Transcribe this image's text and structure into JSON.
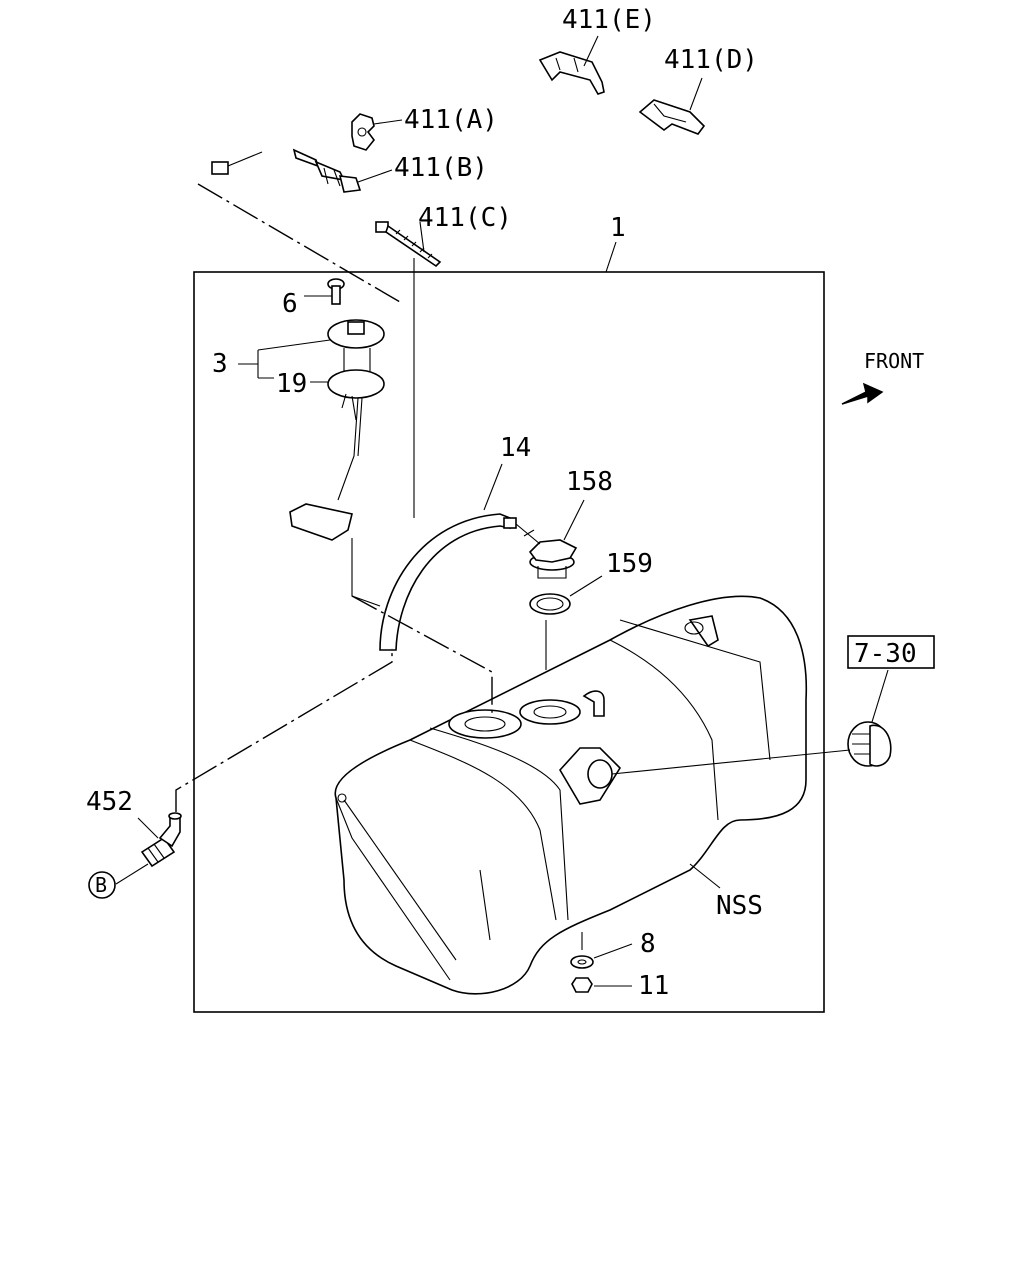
{
  "labels": {
    "p411e": "411(E)",
    "p411d": "411(D)",
    "p411a": "411(A)",
    "p411b": "411(B)",
    "p411c": "411(C)",
    "p1": "1",
    "p6": "6",
    "p3": "3",
    "p19": "19",
    "front": "FRONT",
    "p14": "14",
    "p158": "158",
    "p159": "159",
    "p7_30": "7-30",
    "p452": "452",
    "b_circle": "B",
    "nss": "NSS",
    "p8": "8",
    "p11": "11"
  },
  "icons": {
    "front_arrow": "arrow-icon"
  }
}
